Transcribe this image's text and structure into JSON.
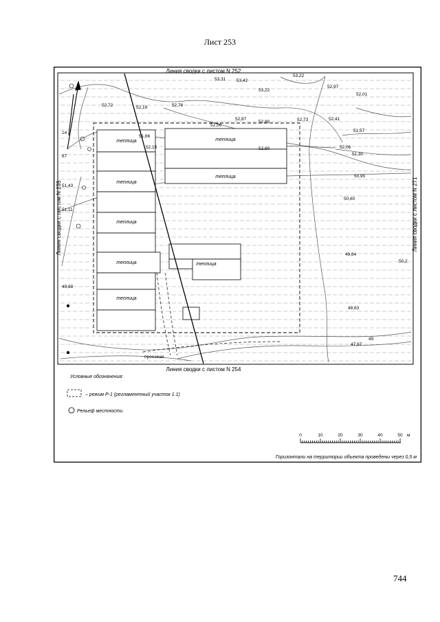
{
  "sheet_title": "Лист 253",
  "page_number": "744",
  "edges": {
    "top": "Линия сводки с листом N 252",
    "bottom": "Линия сводки с листом N 254",
    "left": "Линия сводки с листом N 235",
    "right": "Линия сводки с листом N 271"
  },
  "buildings": [
    "теплица",
    "теплица",
    "теплица",
    "теплица",
    "теплица",
    "теплица",
    "теплица",
    "теплица"
  ],
  "elevations": [
    "53,31",
    "53,42",
    "53,22",
    "52,97",
    "52,72",
    "52,19",
    "52,78",
    "52,01",
    "52,87",
    "52,80",
    "52,73",
    "52,41",
    "52,56",
    "51,66",
    "52,15",
    "51,57",
    "52,90",
    "52,06",
    "51,30",
    "50,95",
    "50,60",
    "49,64",
    "50,2",
    "49,88",
    "48,63",
    "47,87",
    "51,11",
    "51,43",
    "53,22"
  ],
  "contour_labels": [
    "49",
    "87",
    "14"
  ],
  "road_label": "проезжая",
  "legend": {
    "title": "Условные обозначения:",
    "zone": "– режим Р-1 (регламентный участок 1.1)",
    "relief": "Рельеф местности"
  },
  "scale": {
    "ticks": [
      "0",
      "10",
      "20",
      "30",
      "40",
      "50"
    ],
    "unit": "м"
  },
  "footer_note": "Горизонтали на территории объекта проведены через 0,5 м",
  "colors": {
    "ink": "#000000",
    "paper": "#ffffff",
    "hatch": "#9a9a9a"
  }
}
